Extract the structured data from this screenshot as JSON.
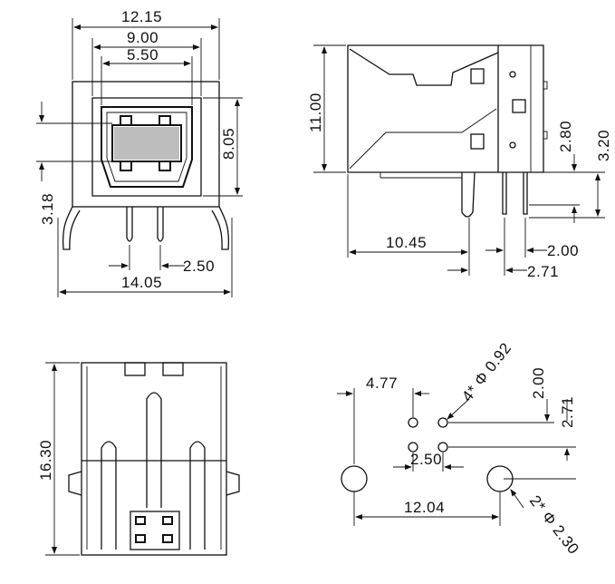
{
  "front_view": {
    "width_top": "12.15",
    "width_mid": "9.00",
    "width_inner": "5.50",
    "height_right": "8.05",
    "height_left": "3.18",
    "pin_pitch": "2.50",
    "width_bottom": "14.05"
  },
  "side_view": {
    "height": "11.00",
    "dim_a": "2.80",
    "dim_b": "3.20",
    "length": "10.45",
    "pin_offset_a": "2.00",
    "pin_offset_b": "2.71"
  },
  "bottom_view": {
    "depth": "16.30"
  },
  "footprint": {
    "dim_x": "4.77",
    "pin_hole": "4* Φ 0.92",
    "dim_y1": "2.00",
    "dim_y2": "2.71",
    "pin_pitch": "2.50",
    "mount_spacing": "12.04",
    "mount_hole": "2* Φ 2.30"
  }
}
